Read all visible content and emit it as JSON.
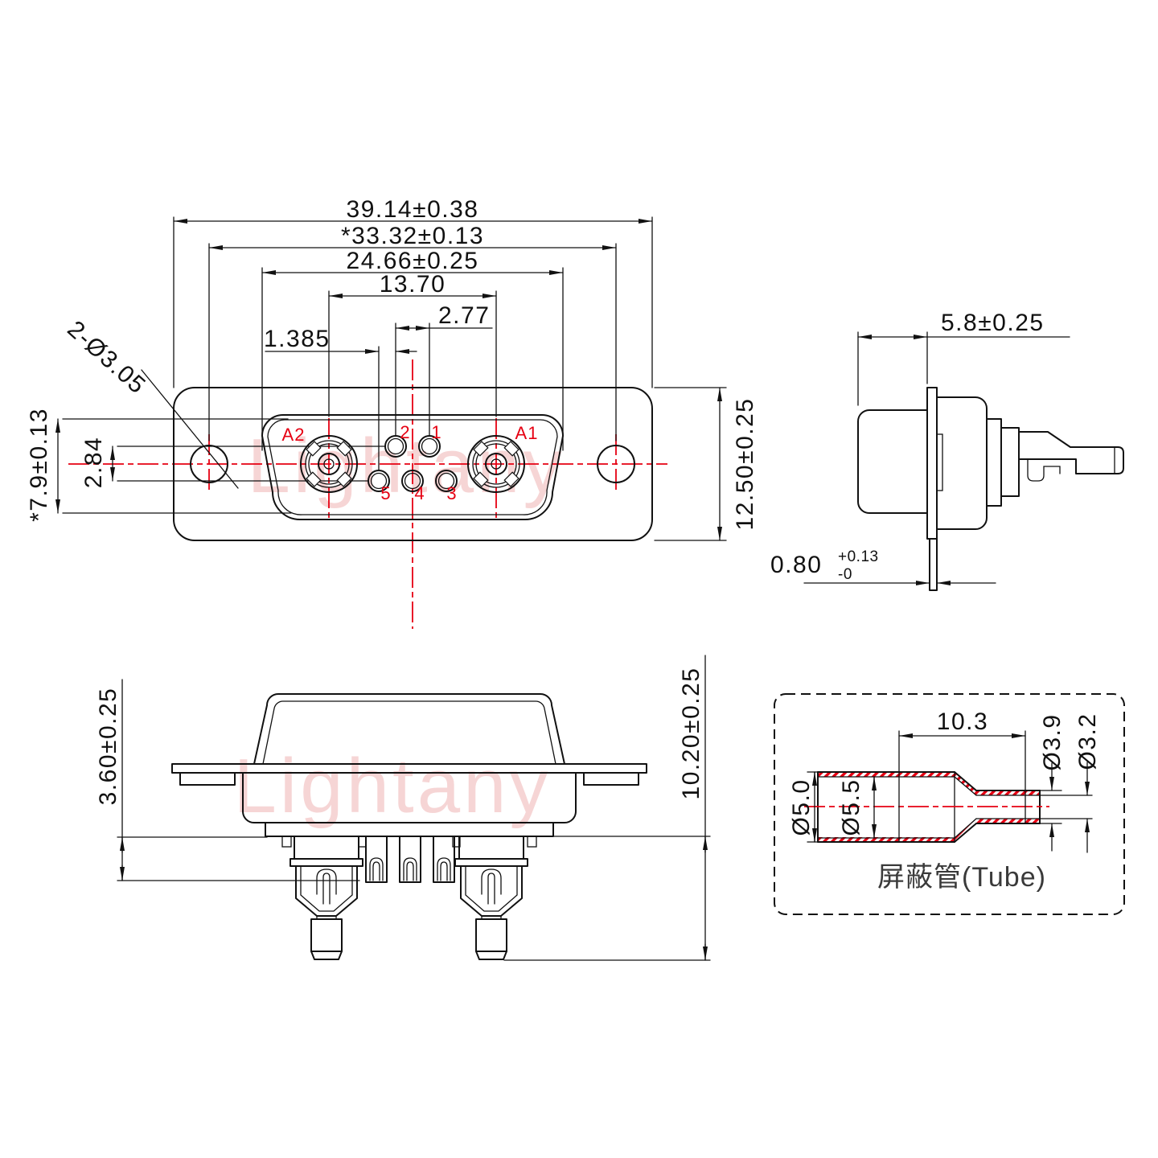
{
  "drawing": {
    "watermark": "Lightany",
    "colors": {
      "line": "#111111",
      "red": "#e60012",
      "watermark": "#efb3b3",
      "caption": "#3a3a3a"
    },
    "front_view": {
      "dims": {
        "width_outer": "39.14±0.38",
        "width_holes": "*33.32±0.13",
        "width_insert": "24.66±0.25",
        "coax_pitch": "13.70",
        "pin_pitch": "2.77",
        "row_offset": "1.385",
        "holes_note": "2-Ø3.05",
        "row_gap": "2.84",
        "insert_height": "*7.9±0.13",
        "height_outer": "12.50±0.25"
      },
      "pins": {
        "a2": "A2",
        "a1": "A1",
        "p1": "1",
        "p2": "2",
        "p3": "3",
        "p4": "4",
        "p5": "5"
      }
    },
    "side_view": {
      "dims": {
        "front_depth": "5.8±0.25",
        "flange_thickness": "0.80",
        "flange_tol_plus": "+0.13",
        "flange_tol_minus": "-0"
      }
    },
    "bottom_view": {
      "dims": {
        "body_height": "3.60±0.25",
        "tail_length": "10.20±0.25"
      }
    },
    "tube_view": {
      "dims": {
        "length": "10.3",
        "od_small": "Ø3.9",
        "id_small": "Ø3.2",
        "od_large": "Ø5.0",
        "id_large": "Ø5.5"
      },
      "caption": "屏蔽管(Tube)"
    }
  }
}
